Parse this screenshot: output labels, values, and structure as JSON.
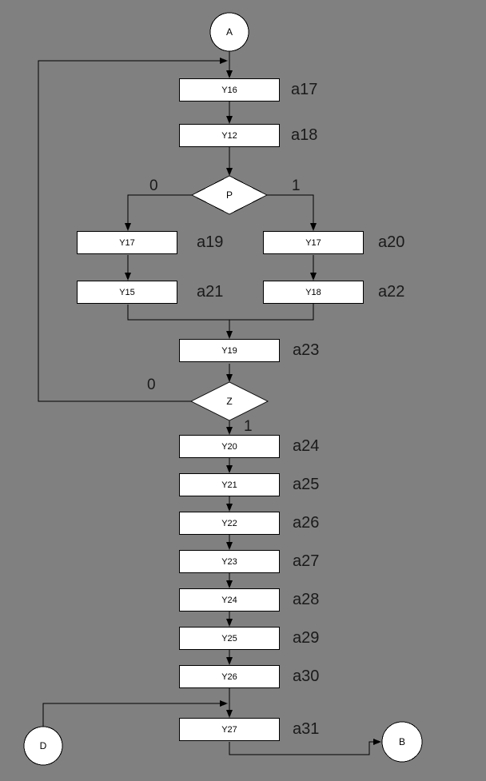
{
  "colors": {
    "canvas_background": "#808080",
    "line": "#000000",
    "node_fill": "#ffffff",
    "text": "#000000"
  },
  "terminals": {
    "a": "A",
    "d": "D",
    "b": "B"
  },
  "decisions": {
    "p": {
      "label": "P",
      "branch_left": "0",
      "branch_right": "1"
    },
    "z": {
      "label": "Z",
      "branch_left": "0",
      "branch_down": "1"
    }
  },
  "boxes": [
    {
      "label": "Y16",
      "annotation": "a17"
    },
    {
      "label": "Y12",
      "annotation": "a18"
    },
    {
      "label": "Y17",
      "annotation": "a19"
    },
    {
      "label": "Y17",
      "annotation": "a20"
    },
    {
      "label": "Y15",
      "annotation": "a21"
    },
    {
      "label": "Y18",
      "annotation": "a22"
    },
    {
      "label": "Y19",
      "annotation": "a23"
    },
    {
      "label": "Y20",
      "annotation": "a24"
    },
    {
      "label": "Y21",
      "annotation": "a25"
    },
    {
      "label": "Y22",
      "annotation": "a26"
    },
    {
      "label": "Y23",
      "annotation": "a27"
    },
    {
      "label": "Y24",
      "annotation": "a28"
    },
    {
      "label": "Y25",
      "annotation": "a29"
    },
    {
      "label": "Y26",
      "annotation": "a30"
    },
    {
      "label": "Y27",
      "annotation": "a31"
    }
  ]
}
